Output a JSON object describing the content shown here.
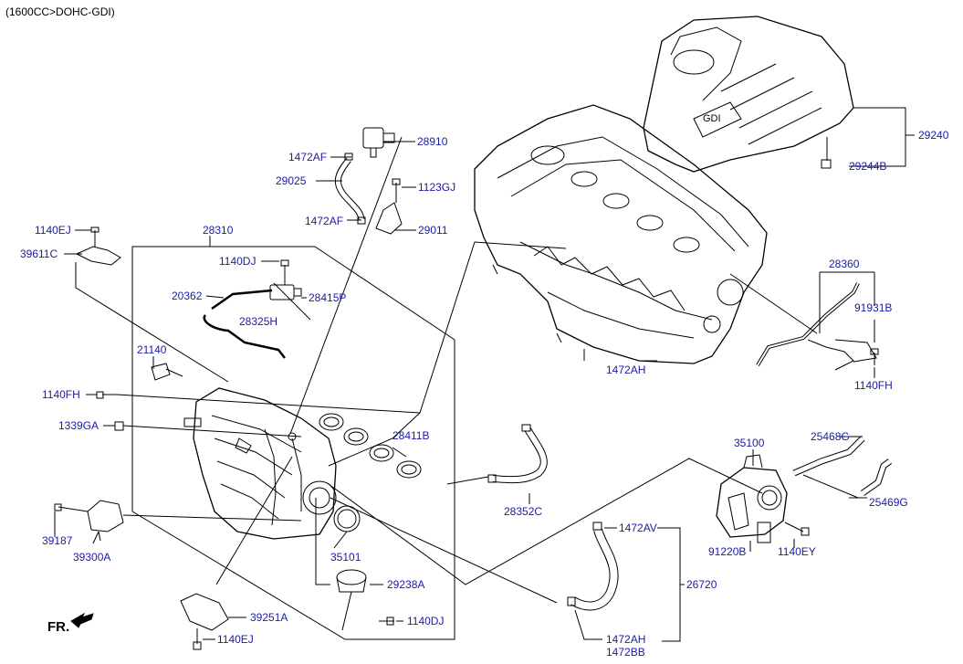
{
  "header": {
    "spec": "(1600CC>DOHC-GDI)"
  },
  "direction": {
    "front_label": "FR."
  },
  "cover_badge": "GDI",
  "colors": {
    "label": "#1a1aa8",
    "line": "#000000"
  },
  "part_labels": {
    "p28910": "28910",
    "p1472AF_top": "1472AF",
    "p29025": "29025",
    "p1123GJ": "1123GJ",
    "p1472AF_bot": "1472AF",
    "p29011": "29011",
    "p1140EJ_top": "1140EJ",
    "p39611C": "39611C",
    "p28310": "28310",
    "p1140DJ_top": "1140DJ",
    "p20362": "20362",
    "p28415P": "28415P",
    "p28325H": "28325H",
    "p21140": "21140",
    "p1140FH_left": "1140FH",
    "p1339GA": "1339GA",
    "p28411B": "28411B",
    "p39187": "39187",
    "p39300A": "39300A",
    "p35101": "35101",
    "p29238A": "29238A",
    "p39251A": "39251A",
    "p1140DJ_bot": "1140DJ",
    "p1140EJ_bot": "1140EJ",
    "p28352C": "28352C",
    "p29240": "29240",
    "p29244B": "29244B",
    "p28360": "28360",
    "p91931B": "91931B",
    "p1140FH_right": "1140FH",
    "p1472AH_engine": "1472AH",
    "p35100": "35100",
    "p25468G": "25468G",
    "p25469G": "25469G",
    "p91220B": "91220B",
    "p1140EY": "1140EY",
    "p1472AV": "1472AV",
    "p26720": "26720",
    "p1472AH_bot": "1472AH",
    "p1472BB": "1472BB"
  }
}
